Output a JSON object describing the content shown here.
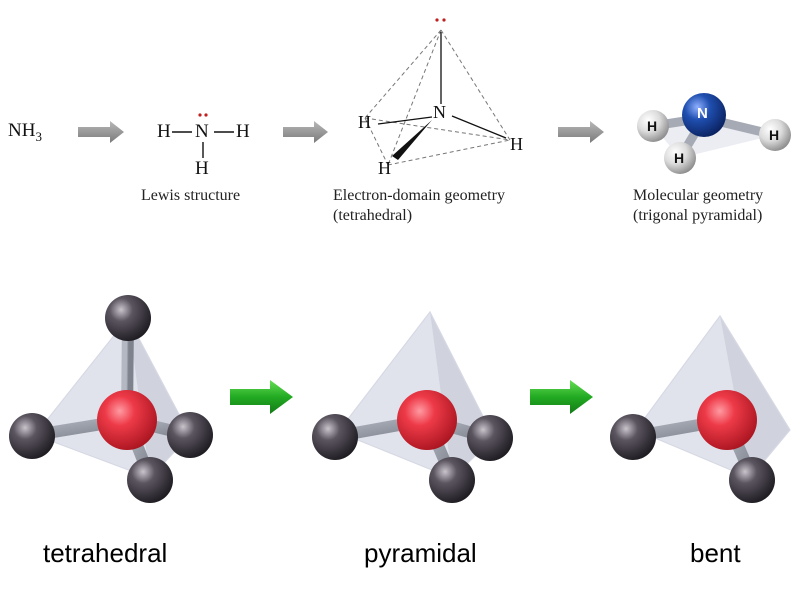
{
  "top_row": {
    "formula_main": "NH",
    "formula_sub": "3",
    "lewis": {
      "atoms": {
        "h_left": "H",
        "n_center": "N",
        "h_right": "H",
        "h_bottom": "H"
      },
      "caption": "Lewis structure"
    },
    "electron_domain": {
      "atoms": {
        "n": "N",
        "h_left": "H",
        "h_right": "H",
        "h_bottom": "H"
      },
      "caption_line1": "Electron-domain geometry",
      "caption_line2": "(tetrahedral)"
    },
    "molecular": {
      "atoms": {
        "n": "N",
        "h_left": "H",
        "h_right": "H",
        "h_bottom": "H"
      },
      "caption_line1": "Molecular geometry",
      "caption_line2": "(trigonal pyramidal)"
    }
  },
  "bottom_row": {
    "labels": [
      "tetrahedral",
      "pyramidal",
      "bent"
    ]
  },
  "colors": {
    "gray_arrow": "#8a8a8a",
    "green_arrow": "#22aa22",
    "center_atom_red": "#e8323f",
    "outer_atom": "#4a454c",
    "nitrogen_blue": "#1f4fb0",
    "hydrogen_white": "#d8d8d8",
    "tetrahedron_face": "#c8ccdc"
  }
}
